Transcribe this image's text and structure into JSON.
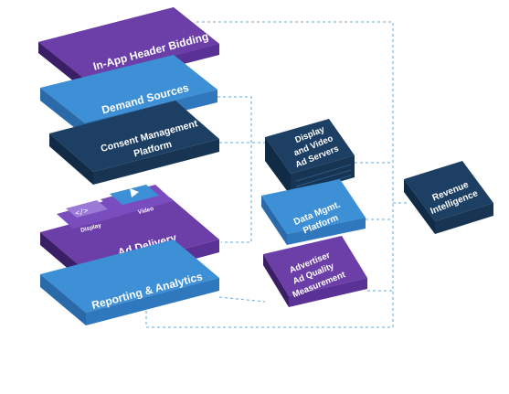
{
  "colors": {
    "purple_top": "#6c3fa8",
    "purple_side": "#4d2a82",
    "blue_top": "#3d8fd6",
    "blue_side": "#2a6aa8",
    "navy_top": "#1d3f63",
    "navy_side": "#112a45",
    "connector": "#6aa8d8"
  },
  "stack": {
    "in_app_header_bidding": "In-App Header Bidding",
    "demand_sources": "Demand Sources",
    "consent_management_line1": "Consent Management",
    "consent_management_line2": "Platform",
    "ad_delivery": "Ad Delivery",
    "reporting_analytics": "Reporting & Analytics",
    "display_label": "Display",
    "video_label": "Video"
  },
  "middle": {
    "ad_servers_line1": "Display",
    "ad_servers_line2": "and Video",
    "ad_servers_line3": "Ad Servers",
    "data_mgmt_line1": "Data Mgmt.",
    "data_mgmt_line2": "Platform",
    "ad_quality_line1": "Advertiser",
    "ad_quality_line2": "Ad Quality",
    "ad_quality_line3": "Measurement"
  },
  "right": {
    "revenue_line1": "Revenue",
    "revenue_line2": "Intelligence"
  },
  "icons": {
    "code": "code-icon",
    "play": "play-icon"
  }
}
